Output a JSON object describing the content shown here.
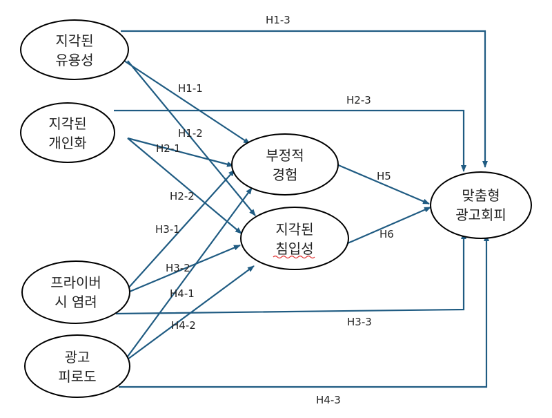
{
  "colors": {
    "arrow": "#1f5b82",
    "node_stroke": "#000000",
    "text": "#222222"
  },
  "nodes": {
    "usefulness": [
      "지각된",
      "유용성"
    ],
    "personalization": [
      "지각된",
      "개인화"
    ],
    "privacy": [
      "프라이버",
      "시 염려"
    ],
    "fatigue": [
      "광고",
      "피로도"
    ],
    "negative": [
      "부정적",
      "경험"
    ],
    "intrusiveness": [
      "지각된",
      "침입성"
    ],
    "avoidance": [
      "맞춤형",
      "광고회피"
    ]
  },
  "paths": [
    {
      "id": "H1-1",
      "label": "H1-1",
      "from": "지각된 유용성",
      "to": "부정적 경험"
    },
    {
      "id": "H1-2",
      "label": "H1-2",
      "from": "지각된 유용성",
      "to": "지각된 침입성"
    },
    {
      "id": "H1-3",
      "label": "H1-3",
      "from": "지각된 유용성",
      "to": "맞춤형 광고회피"
    },
    {
      "id": "H2-1",
      "label": "H2-1",
      "from": "지각된 개인화",
      "to": "부정적 경험"
    },
    {
      "id": "H2-2",
      "label": "H2-2",
      "from": "지각된 개인화",
      "to": "지각된 침입성"
    },
    {
      "id": "H2-3",
      "label": "H2-3",
      "from": "지각된 개인화",
      "to": "맞춤형 광고회피"
    },
    {
      "id": "H3-1",
      "label": "H3-1",
      "from": "프라이버시 염려",
      "to": "부정적 경험"
    },
    {
      "id": "H3-2",
      "label": "H3-2",
      "from": "프라이버시 염려",
      "to": "지각된 침입성"
    },
    {
      "id": "H3-3",
      "label": "H3-3",
      "from": "프라이버시 염려",
      "to": "맞춤형 광고회피"
    },
    {
      "id": "H4-1",
      "label": "H4-1",
      "from": "광고 피로도",
      "to": "부정적 경험"
    },
    {
      "id": "H4-2",
      "label": "H4-2",
      "from": "광고 피로도",
      "to": "지각된 침입성"
    },
    {
      "id": "H4-3",
      "label": "H4-3",
      "from": "광고 피로도",
      "to": "맞춤형 광고회피"
    },
    {
      "id": "H5",
      "label": "H5",
      "from": "부정적 경험",
      "to": "맞춤형 광고회피"
    },
    {
      "id": "H6",
      "label": "H6",
      "from": "지각된 침입성",
      "to": "맞춤형 광고회피"
    }
  ]
}
